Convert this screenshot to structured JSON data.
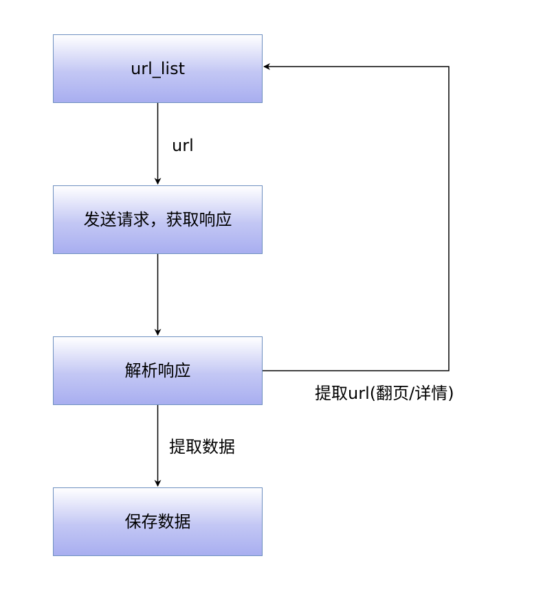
{
  "nodes": [
    {
      "id": "url-list",
      "label": "url_list"
    },
    {
      "id": "send-request",
      "label": "发送请求，获取响应"
    },
    {
      "id": "parse-response",
      "label": "解析响应"
    },
    {
      "id": "save-data",
      "label": "保存数据"
    }
  ],
  "edges": [
    {
      "from": "url-list",
      "to": "send-request",
      "label": "url"
    },
    {
      "from": "send-request",
      "to": "parse-response",
      "label": ""
    },
    {
      "from": "parse-response",
      "to": "save-data",
      "label": "提取数据"
    },
    {
      "from": "parse-response",
      "to": "url-list",
      "label": "提取url(翻页/详情)"
    }
  ],
  "colors": {
    "box_border": "#6c8ebf",
    "box_fill_top": "#ffffff",
    "box_fill_bottom": "#a8aef0",
    "line": "#000000"
  }
}
